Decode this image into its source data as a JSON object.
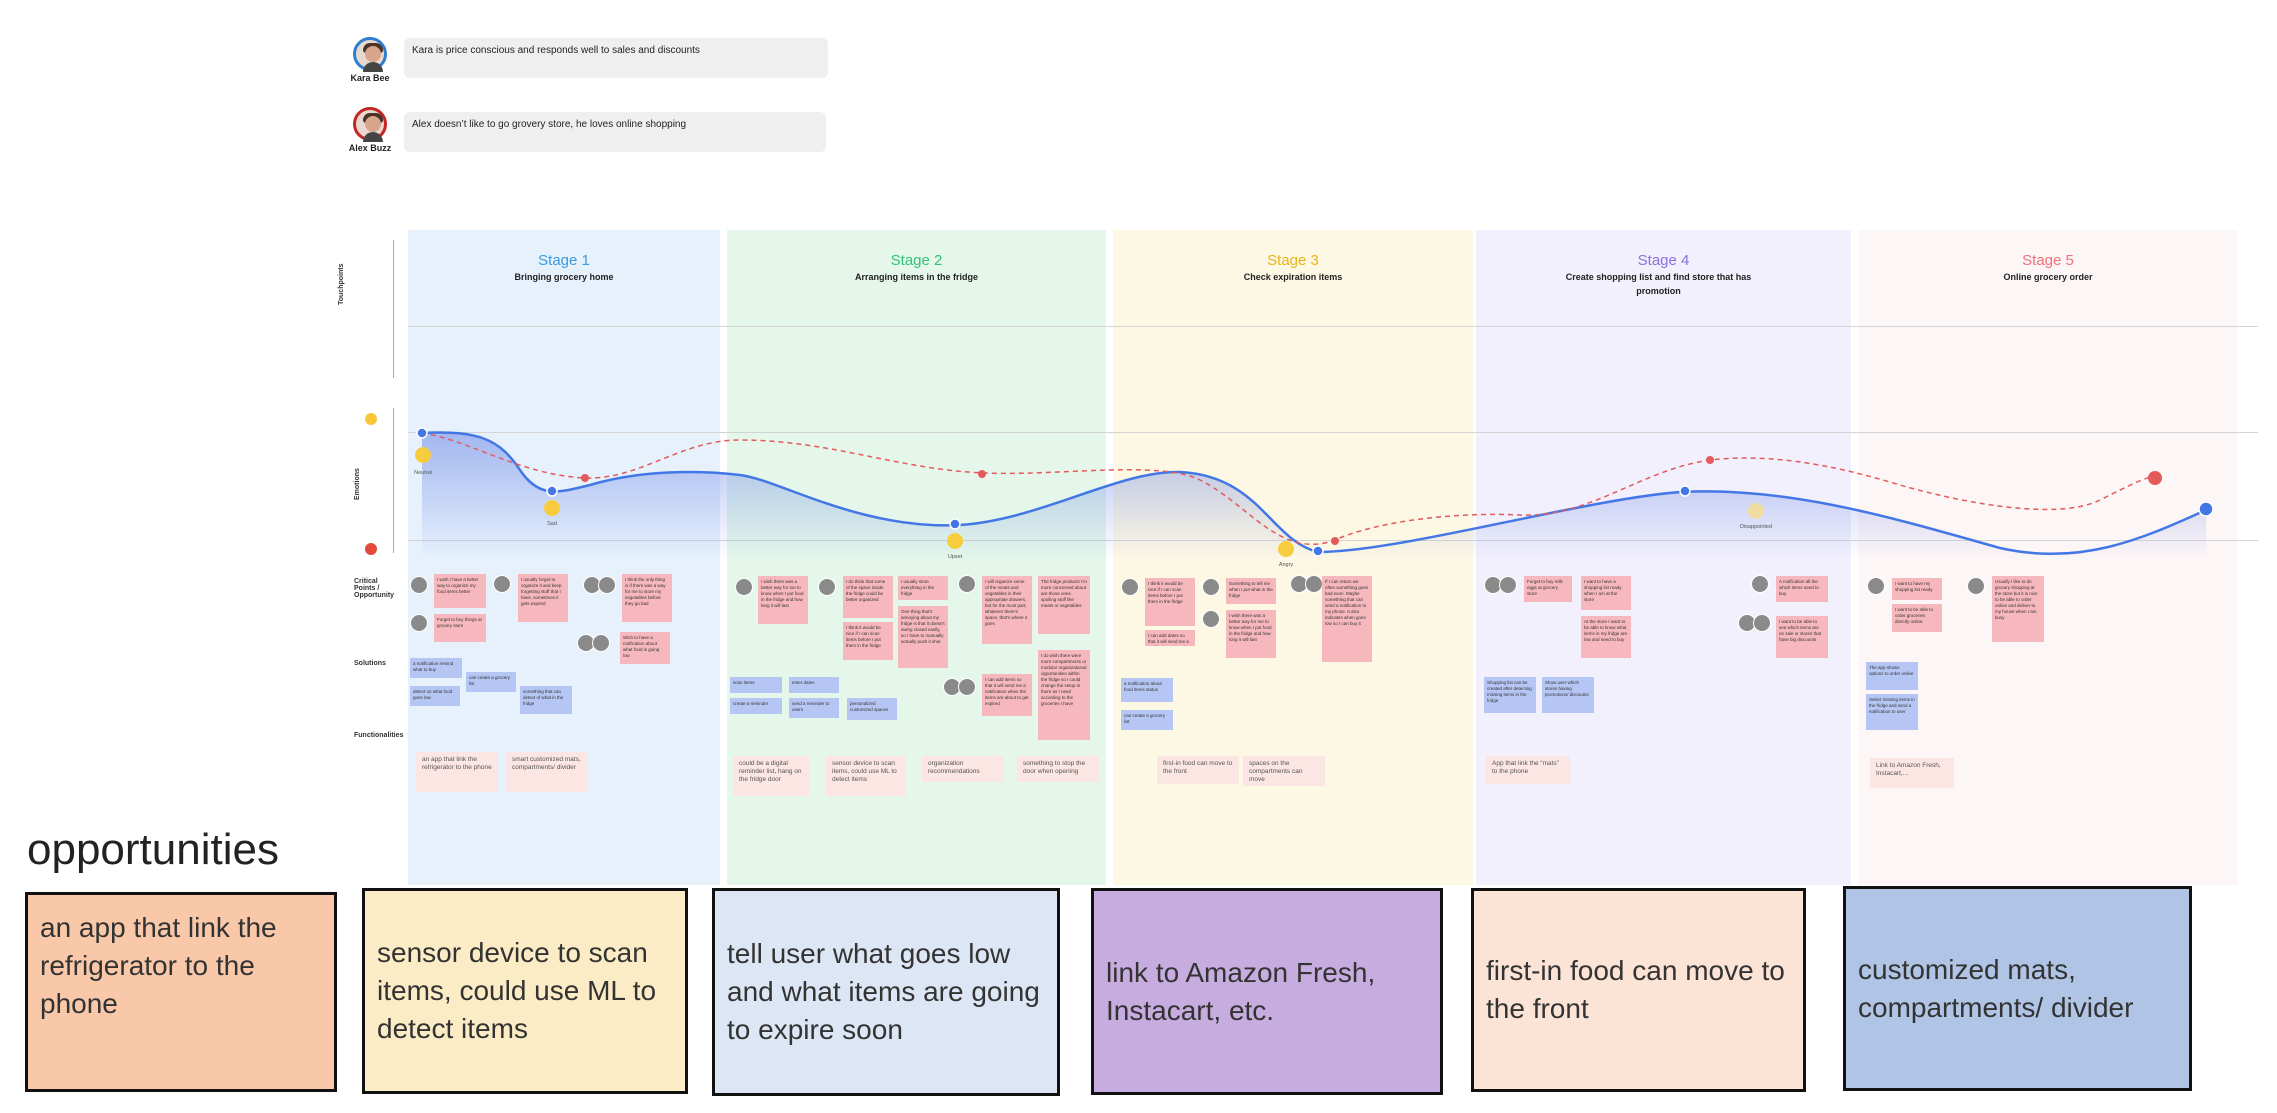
{
  "personas": [
    {
      "name": "Kara Bee",
      "quote": "Kara is price conscious and responds well to sales and discounts",
      "ring_color": "#2f7fd0"
    },
    {
      "name": "Alex Buzz",
      "quote": "Alex doesn’t like to go grovery store, he loves online shopping",
      "ring_color": "#c42525"
    }
  ],
  "row_labels": {
    "touchpoints": "Touchpoints",
    "emotions": "Emotions",
    "critical": "Critical Points / Opportunity",
    "solutions": "Solutions",
    "functionalities": "Functionalities"
  },
  "stages": [
    {
      "title": "Stage 1",
      "subtitle": "Bringing grocery home",
      "color": "#3b9be0",
      "bg": "#e6f1fc"
    },
    {
      "title": "Stage 2",
      "subtitle": "Arranging items in the fridge",
      "color": "#33c27a",
      "bg": "#e4f7ea"
    },
    {
      "title": "Stage 3",
      "subtitle": "Check expiration items",
      "color": "#e8b418",
      "bg": "#fdf8e4"
    },
    {
      "title": "Stage 4",
      "subtitle": "Create shopping list and find store that has promotion",
      "color": "#8a6fe0",
      "bg": "#f1f0fc"
    },
    {
      "title": "Stage 5",
      "subtitle": "Online grocery order",
      "color": "#f0707a",
      "bg": "#fdf6f7"
    }
  ],
  "emotion_labels": [
    "Neutral",
    "Sad",
    "Upset",
    "Angry",
    "Disappointed"
  ],
  "functionalities": [
    "an app that link the refrigerator to the phone",
    "smart customized mats, compartments/ divider",
    "could be a digital reminder list, hang on the fridge door",
    "sensor device to scan items, could use ML to detect items",
    "organization recommendations",
    "something to stop the door when opening",
    "first-in food can move to the front",
    "spaces on the compartments can move",
    "App that link the “mats” to the phone",
    "Link to Amazon Fresh, Instacart,..."
  ],
  "solutions": [
    "a notification remind what to buy",
    "can create a grocery list",
    "detect on what food goes low",
    "something that can detect of what in the fridge",
    "scan items",
    "enter dates",
    "create a reminder",
    "send a reminder to users",
    "personalized customized spaces",
    "a notification about food items status",
    "can create a grocery list",
    "Shopping list can be created after detecting missing items in the fridge",
    "Show user which stores having promotions/ discounts",
    "The app shows options to order online",
    "Select missing items in the fridge and send a notification to user"
  ],
  "critical_points": [
    "I wish I have a better way to organize my food items better",
    "I usually forget to organize it and keep forgetting stuff that I have, sometimes it gets expired",
    "I think the only thing is if there was a way for me to store my vegetables before they go bad",
    "Forget to buy things at grocery store",
    "Wish to have a notification about what food is going low",
    "I wish there was a better way for me to know when I put food in the fridge and how long it will last",
    "I do think that some of the space inside the fridge could be better organized",
    "I usually store everything in the fridge",
    "I think it would be nice if I can scan items before I put them in the fridge",
    "One thing that's annoying about my fridge is that it doesn't swing closed easily, so I have to manually actually push it shut",
    "I will organize some of the meats and vegetables in their appropriate drawers, but for the most part, whatever there's space, that's where it goes",
    "The fridge products I'm more concerned about are those ones spoiling stuff like meats or vegetables",
    "I can add items so that it will send me a notification when the items are about to get expired",
    "I do wish there were more compartments or modular organizational opportunities within the fridge so I could change the setup in there as I need according to the groceries I have",
    "I think it would be nice if I can scan items before I put them in the fridge",
    "I can add dates so that it will send me a notification when the items are about to get expired",
    "Something to tell me when I put what in the fridge",
    "I wish there was a better way for me to know when I put food in the fridge and how long it will last",
    "If I can return we often something goes bad soon. Maybe something that can send a notification to my phone. It also indicates when goes low so I can buy it",
    "Forget to buy milk eggs at grocery store",
    "I want to have a shopping list ready when I am at the store",
    "At the store I want to be able to know what items in my fridge are low and need to buy",
    "A notification all the which items need to buy",
    "I want to be able to see which items are on sale or stores that have big discounts",
    "I want to have my shopping list ready",
    "I want to be able to order groceries directly online",
    "Usually I like to do grocery shopping at the store but it is nice to be able to order online and deliver to my house when I am busy"
  ],
  "opportunities": {
    "title": "opportunities",
    "cards": [
      {
        "text": "an app that link the refrigerator to the phone",
        "color": "#f8c8a8"
      },
      {
        "text": "sensor device to scan items, could use ML to detect items",
        "color": "#fcecc6"
      },
      {
        "text": "tell user what goes low and what items are going to expire soon",
        "color": "#dde6f4"
      },
      {
        "text": "link to Amazon Fresh, Instacart, etc.",
        "color": "#c7ace0"
      },
      {
        "text": "first-in food can move to the front",
        "color": "#fbe3d6"
      },
      {
        "text": "customized mats, compartments/ divider",
        "color": "#b0c4e6"
      }
    ]
  },
  "emotion_chart": {
    "type": "line",
    "series": [
      {
        "values": [
          0.93,
          0.45,
          0.22,
          0.71,
          0.29,
          0.6,
          0.18,
          0.5
        ],
        "line_color": "#4477e6"
      },
      {
        "values": [
          0.7,
          0.82,
          0.55,
          0.35,
          0.55,
          0.87,
          0.62,
          0.42
        ],
        "line_color": "#e35a5a"
      }
    ]
  }
}
